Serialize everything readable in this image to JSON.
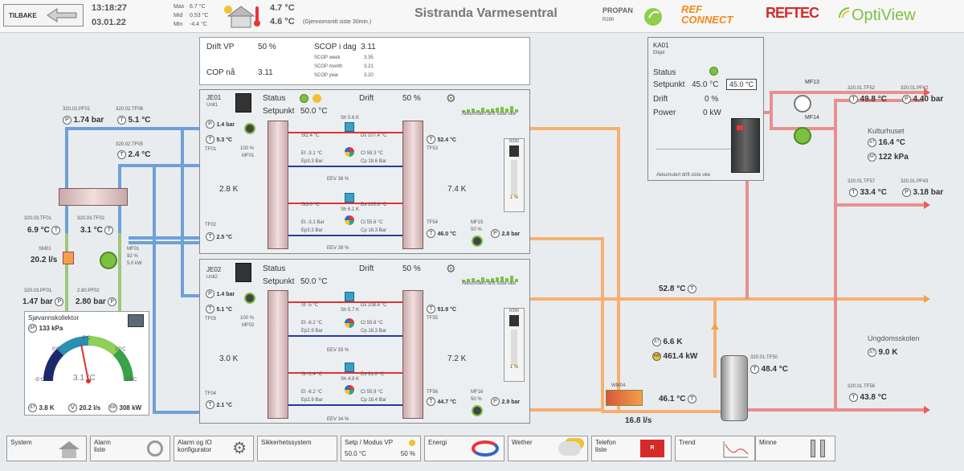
{
  "header": {
    "back_label": "TILBAKE",
    "time": "13:18:27",
    "date": "03.01.22",
    "max_label": "Max",
    "max_val": "6.7 °C",
    "mid_label": "Mid",
    "mid_val": "0.53 °C",
    "min_label": "Min",
    "min_val": "-4.4 °C",
    "outdoor_now": "4.7 °C",
    "outdoor_avg": "4.6 °C",
    "outdoor_avg_note": "(Gjennomsnitt siste 30min.)",
    "title": "Sistranda Varmesentral",
    "refrigerant": "PROPAN",
    "refrigerant_code": "R290",
    "logo_refconnect": "REF CONNECT",
    "logo_reftec": "REFTEC",
    "logo_optiview": "OptiView"
  },
  "summary": {
    "drift_label": "Drift VP",
    "drift_val": "50 %",
    "cop_label": "COP nå",
    "cop_val": "3.11",
    "scop_day_label": "SCOP i dag",
    "scop_day_val": "3.11",
    "scop_week_label": "SCOP week",
    "scop_week_val": "3.35",
    "scop_month_label": "SCOP month",
    "scop_month_val": "3.21",
    "scop_year_label": "SCOP year",
    "scop_year_val": "3.20"
  },
  "ka01": {
    "title": "KA01",
    "subtitle": "Elkjel",
    "status_label": "Status",
    "setpoint_label": "Setpunkt",
    "setpoint_val": "45.0 °C",
    "setpoint_input": "45.0 °C",
    "drift_label": "Drift",
    "drift_val": "0 %",
    "power_label": "Power",
    "power_val": "0 kW",
    "accum_label": "Akkumulert drift siste uke",
    "mf13": "MF13",
    "mf14": "MF14"
  },
  "je01": {
    "name": "JE01",
    "unit": "Unit1",
    "status_label": "Status",
    "drift_label": "Drift",
    "drift_val": "50 %",
    "setpoint_label": "Setpunkt",
    "setpoint_val": "50.0 °C",
    "accum_label": "Akkumulert drift siste uke",
    "p_in": "1.4 bar",
    "tf01_val": "5.3 °C",
    "tf01": "TF01",
    "mf01_pct": "100 %",
    "mf01": "MF01",
    "dt_left": "2.8 K",
    "dt_right": "7.4 K",
    "tf02": "TF02",
    "tf02_val": "2.5 °C",
    "tf53": "TF53",
    "tf53_val": "52.4 °C",
    "tf54": "TF54",
    "tf54_val": "46.0 °C",
    "mf15": "MF15",
    "mf15_pct": "50 %",
    "p_out": "2.8 bar",
    "c1": {
      "st": "St2.4 °C",
      "sh": "Sh 5.6 K",
      "et": "Et -3.1 °C",
      "ep": "Ep3.3 Bar",
      "ds": "Ds 107.4 °C",
      "ct": "Ct 58.3 °C",
      "cp": "Cp 18.6 Bar",
      "eev": "EEV   38 %"
    },
    "c2": {
      "st": "St3.0 °C",
      "sh": "Sh 6.1 K",
      "et": "Et -3.1 Bar",
      "ep": "Ep3.3 Bar",
      "ds": "Ds 105.3 °C",
      "ct": "Ct 55.6 °C",
      "cp": "Cp 18.3 Bar",
      "eev": "EEV   39 %"
    },
    "r290": "R290",
    "level_pct": "1 %"
  },
  "je02": {
    "name": "JE02",
    "unit": "Unit2",
    "status_label": "Status",
    "drift_label": "Drift",
    "drift_val": "50 %",
    "setpoint_label": "Setpunkt",
    "setpoint_val": "50.0 °C",
    "accum_label": "Akkumulert drift siste uke",
    "p_in": "1.4 bar",
    "tf03_val": "5.1 °C",
    "tf03": "TF03",
    "mf02_pct": "100 %",
    "mf02": "MF02",
    "dt_left": "3.0 K",
    "dt_right": "7.2 K",
    "tf04": "TF04",
    "tf04_val": "2.1 °C",
    "tf55": "TF55",
    "tf55_val": "51.9 °C",
    "tf56": "TF56",
    "tf56_val": "44.7 °C",
    "mf16": "MF16",
    "mf16_pct": "50 %",
    "p_out": "2.9 bar",
    "c1": {
      "st": "St -5 °C",
      "sh": "Sh 5.7 K",
      "et": "Et -6.2 °C",
      "ep": "Ep2.9 Bar",
      "ds": "Ds 108.4 °C",
      "ct": "Ct 55.8 °C",
      "cp": "Cp 18.3 Bar",
      "eev": "EEV   33 %"
    },
    "c2": {
      "st": "St -1.4 °C",
      "sh": "Sh 4.8 K",
      "et": "Et -6.2 °C",
      "ep": "Ep2.9 Bar",
      "ds": "Ds 91.6 °C",
      "ct": "Ct 55.9 °C",
      "cp": "Cp 18.4 Bar",
      "eev": "EEV   34 %"
    },
    "r290": "R290",
    "level_pct": "1 %"
  },
  "brine": {
    "pf01_tag": "320.02.PF01",
    "pf01_val": "1.74 bar",
    "tf06_tag": "320.02.TF06",
    "tf06_val": "5.1 °C",
    "tf05_tag": "320.02.TF05",
    "tf05_val": "2.4 °C",
    "tf01_tag": "320.03.TF01",
    "tf01_val": "6.9 °C",
    "tf02_tag": "320.03.TF02",
    "tf02_val": "3.1 °C",
    "sm01": "SM01",
    "sm01_val": "20.2 l/s",
    "mf01": "MF01",
    "mf01_pct": "92 %",
    "mf01_kw": "5.0 kW",
    "pf01b_tag": "320.03.PF01",
    "pf01b_val": "1.47 bar",
    "pf02_tag": "2.80.PF02",
    "pf02_val": "2.80 bar"
  },
  "collector": {
    "title": "Sjøvannskollektor",
    "pressure": "133 kPa",
    "gauge_center": "3.1 °C",
    "ticks": [
      "-5°C",
      "0°C",
      "5°C",
      "10°C",
      "15°C"
    ],
    "dt": "3.8 K",
    "flow": "20.2 l/s",
    "power": "308 kW"
  },
  "distribution": {
    "header_temp": "52.8 °C",
    "dt": "6.6 K",
    "power": "461.4 kW",
    "wm04": "WM04",
    "wm04_flow": "16.8 l/s",
    "return_temp": "46.1 °C",
    "tank_tag": "320.01.TF50",
    "tank_temp": "48.4 °C"
  },
  "kulturhuset": {
    "tf52_tag": "320.01.TF52",
    "tf52_val": "49.8 °C",
    "pf42_tag": "320.01.PF42",
    "pf42_val": "4.40 bar",
    "name": "Kulturhuset",
    "dt": "16.4 °C",
    "dp": "122 kPa"
  },
  "ungdomsskolen": {
    "tf57_tag": "320.01.TF57",
    "tf57_val": "33.4 °C",
    "pf43_tag": "320.01.PF43",
    "pf43_val": "3.18 bar",
    "name": "Ungdomsskolen",
    "dt": "9.0 K",
    "tf56_tag": "320.01.TF56",
    "tf56_val": "43.8 °C"
  },
  "nav": [
    {
      "l1": "System",
      "l2": ""
    },
    {
      "l1": "Alarm",
      "l2": "liste"
    },
    {
      "l1": "Alarm og IO",
      "l2": "konfigurator"
    },
    {
      "l1": "Sikkerhetssystem",
      "l2": ""
    },
    {
      "l1": "Setp / Modus VP",
      "l2": "50.0 °C",
      "l3": "50 %"
    },
    {
      "l1": "Energi",
      "l2": ""
    },
    {
      "l1": "Wether",
      "l2": ""
    },
    {
      "l1": "Telefon",
      "l2": "liste"
    },
    {
      "l1": "Trend",
      "l2": ""
    },
    {
      "l1": "Minne",
      "l2": ""
    }
  ],
  "colors": {
    "hot": "#f5a24a",
    "cold": "#4f8fd6",
    "green": "#7dc143",
    "red_line": "#e85c5c"
  }
}
